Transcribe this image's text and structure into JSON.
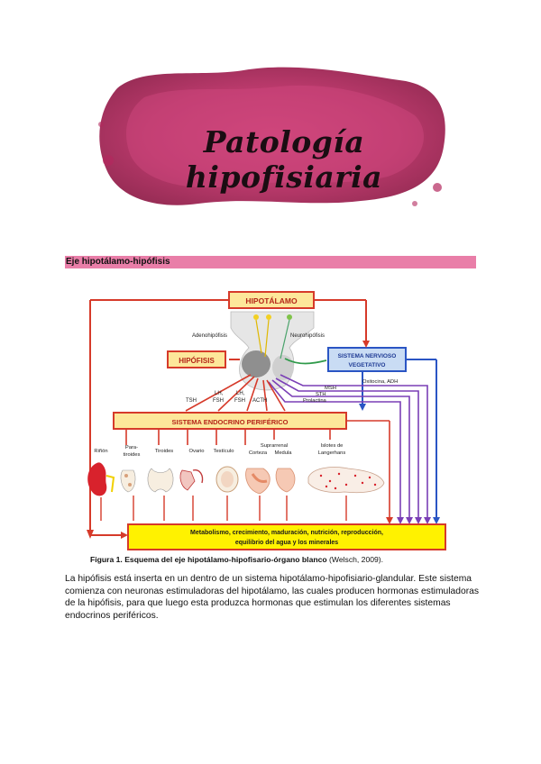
{
  "header": {
    "title": "Patología hipofisiaria",
    "banner_color": "#b8285f"
  },
  "section": {
    "title": "Eje hipotálamo-hipófisis",
    "bar_color": "#e97ea8"
  },
  "figure": {
    "labels": {
      "hipotalamo": "HIPOTÁLAMO",
      "hipofisis": "HIPÓFISIS",
      "adenohipofisis": "Adenohipófisis",
      "neurohipofisis": "Neurohipófisis",
      "snv_1": "SISTEMA NERVIOSO",
      "snv_2": "VEGETATIVO",
      "oxitocina": "Oxitocina, ADH",
      "msh": "MSH",
      "sth": "STH",
      "prolactina": "Prolactina",
      "tsh": "TSH",
      "lh_fsh_1_a": "LH,",
      "lh_fsh_1_b": "FSH",
      "lh_fsh_2_a": "LH,",
      "lh_fsh_2_b": "FSH",
      "acth": "ACTH",
      "sep": "SISTEMA ENDOCRINO PERIFÉRICO",
      "rinon": "Riñón",
      "paratiroides_a": "Para-",
      "paratiroides_b": "tiroides",
      "tiroides": "Tiroides",
      "ovario": "Ovario",
      "testiculo": "Testículo",
      "suprarrenal": "Suprarrenal",
      "corteza": "Corteza",
      "medula": "Medula",
      "islotes_a": "Islotes de",
      "islotes_b": "Langerhans",
      "metabolismo_1": "Metabolismo, crecimiento, maduración, nutrición, reproducción,",
      "metabolismo_2": "equilibrio del agua y los minerales"
    },
    "caption_bold": "Figura 1. Esquema del eje hipotálamo-hipofisario-órgano blanco",
    "caption_normal": " (Welsch, 2009)."
  },
  "body": {
    "paragraph": "La hipófisis está inserta en un dentro de un sistema hipotálamo-hipofisiario-glandular.  Este sistema comienza con neuronas estimuladoras del hipotálamo, las cuales producen hormonas estimuladoras de la hipófisis, para que luego esta produzca hormonas que estimulan los diferentes sistemas endocrinos periféricos."
  }
}
